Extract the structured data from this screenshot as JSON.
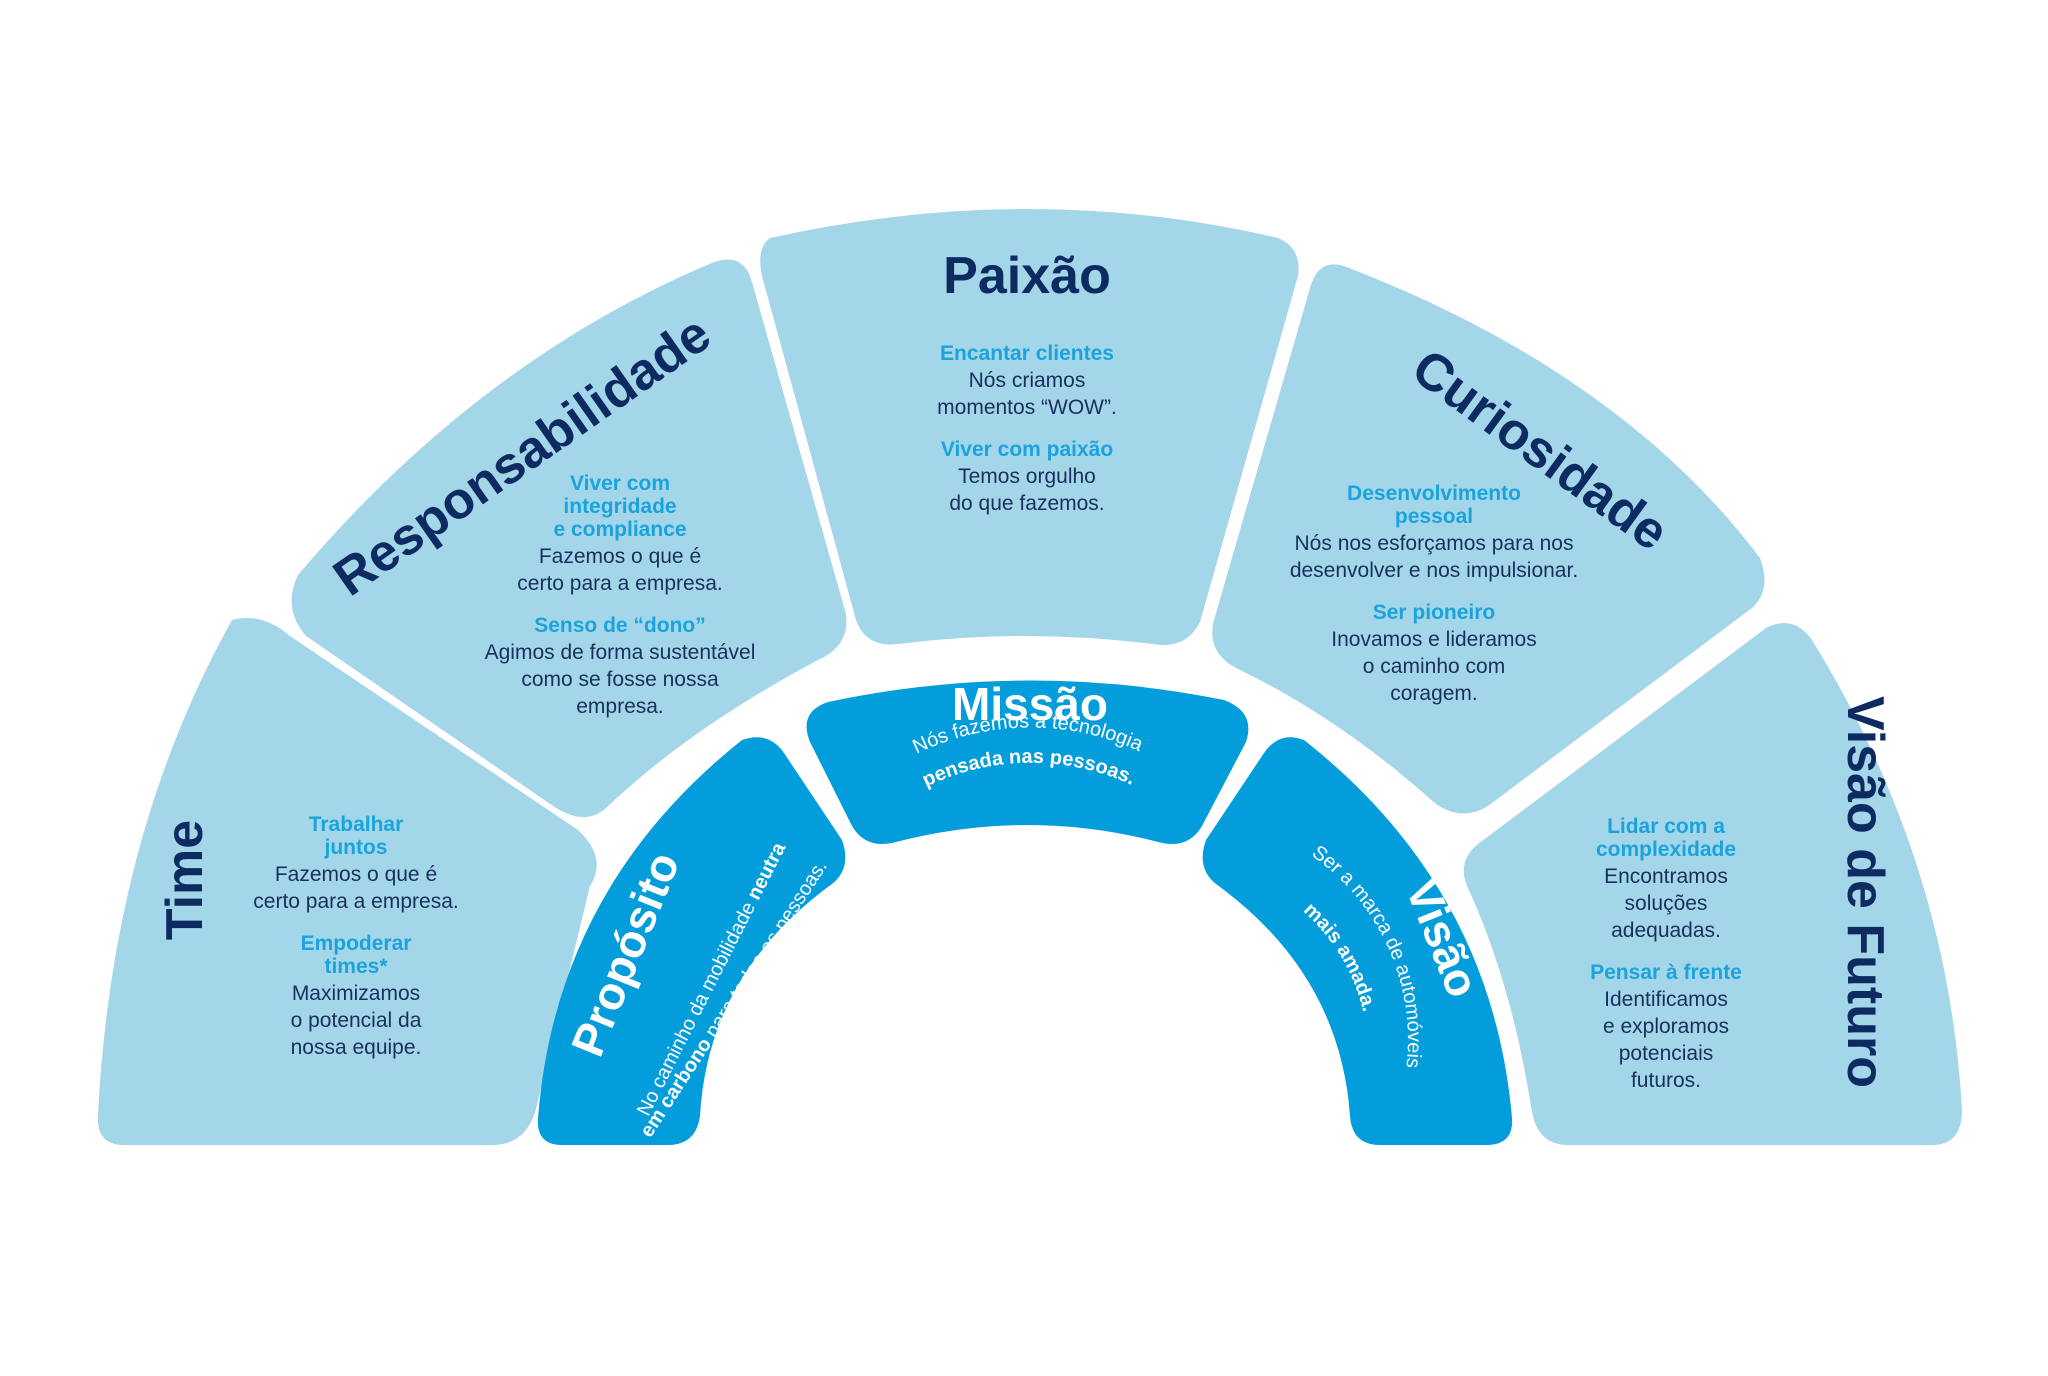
{
  "outer": {
    "time": {
      "title": "Time",
      "lines": [
        {
          "text": "Trabalhar",
          "style": "head"
        },
        {
          "text": "juntos",
          "style": "head"
        },
        {
          "text": "Fazemos o que é",
          "style": "body"
        },
        {
          "text": "certo para a empresa.",
          "style": "body"
        },
        {
          "text": "Empoderar",
          "style": "head"
        },
        {
          "text": "times*",
          "style": "head"
        },
        {
          "text": "Maximizamos",
          "style": "body"
        },
        {
          "text": "o potencial da",
          "style": "body"
        },
        {
          "text": "nossa equipe.",
          "style": "body"
        }
      ]
    },
    "responsabilidade": {
      "title": "Responsabilidade",
      "lines": [
        {
          "text": "Viver com",
          "style": "head"
        },
        {
          "text": "integridade",
          "style": "head"
        },
        {
          "text": "e compliance",
          "style": "head"
        },
        {
          "text": "Fazemos o que é",
          "style": "body"
        },
        {
          "text": "certo para a empresa.",
          "style": "body"
        },
        {
          "text": "Senso de “dono”",
          "style": "head"
        },
        {
          "text": "Agimos de forma sustentável",
          "style": "body"
        },
        {
          "text": "como se fosse nossa",
          "style": "body"
        },
        {
          "text": "empresa.",
          "style": "body"
        }
      ]
    },
    "paixao": {
      "title": "Paixão",
      "lines": [
        {
          "text": "Encantar clientes",
          "style": "head"
        },
        {
          "text": "Nós criamos",
          "style": "body"
        },
        {
          "text": "momentos “WOW”.",
          "style": "body"
        },
        {
          "text": "Viver com paixão",
          "style": "head"
        },
        {
          "text": "Temos orgulho",
          "style": "body"
        },
        {
          "text": "do que fazemos.",
          "style": "body"
        }
      ]
    },
    "curiosidade": {
      "title": "Curiosidade",
      "lines": [
        {
          "text": "Desenvolvimento",
          "style": "head"
        },
        {
          "text": "pessoal",
          "style": "head"
        },
        {
          "text": "Nós nos esforçamos para nos",
          "style": "body"
        },
        {
          "text": "desenvolver e nos impulsionar.",
          "style": "body"
        },
        {
          "text": "Ser pioneiro",
          "style": "head"
        },
        {
          "text": "Inovamos e lideramos",
          "style": "body"
        },
        {
          "text": "o caminho com",
          "style": "body"
        },
        {
          "text": "coragem.",
          "style": "body"
        }
      ]
    },
    "visao_futuro": {
      "title": "Visão de Futuro",
      "lines": [
        {
          "text": "Lidar com a",
          "style": "head"
        },
        {
          "text": "complexidade",
          "style": "head"
        },
        {
          "text": "Encontramos",
          "style": "body"
        },
        {
          "text": "soluções",
          "style": "body"
        },
        {
          "text": "adequadas.",
          "style": "body"
        },
        {
          "text": "Pensar à frente",
          "style": "head"
        },
        {
          "text": "Identificamos",
          "style": "body"
        },
        {
          "text": "e exploramos",
          "style": "body"
        },
        {
          "text": "potenciais",
          "style": "body"
        },
        {
          "text": "futuros.",
          "style": "body"
        }
      ]
    }
  },
  "inner": {
    "proposito": {
      "title": "Propósito",
      "line1": {
        "normal": "No caminho da mobilidade ",
        "bold": "neutra"
      },
      "line2": {
        "bold": "em carbono",
        "normal": " para todas as pessoas."
      }
    },
    "missao": {
      "title": "Missão",
      "line1": "Nós fazemos a tecnologia",
      "line2": "pensada nas pessoas."
    },
    "visao": {
      "title": "Visão",
      "line1": "Ser a marca de automóveis",
      "line2": "mais amada."
    }
  }
}
